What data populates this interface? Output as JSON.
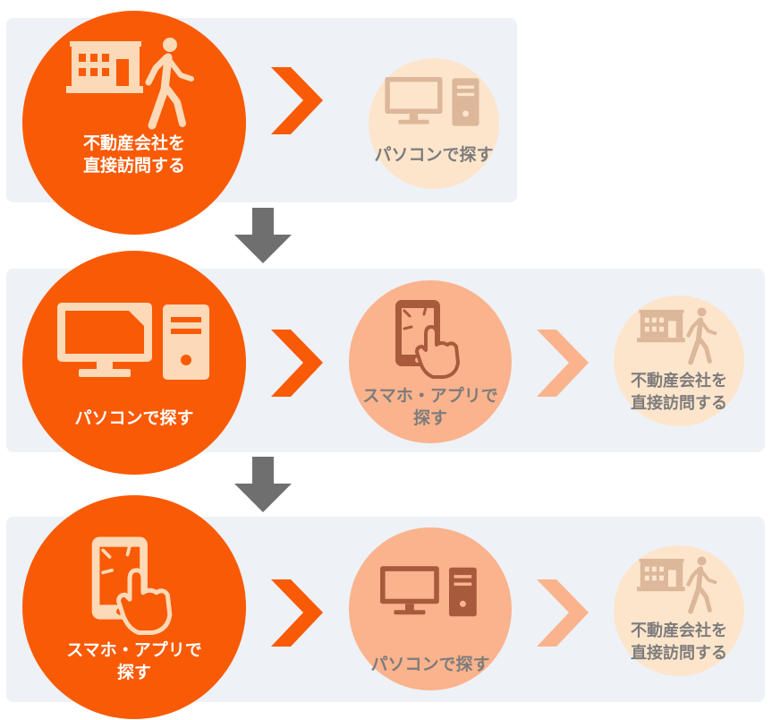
{
  "rows": [
    {
      "primary_label_l1": "不動産会社を",
      "primary_label_l2": "直接訪問する",
      "alt1_label": "パソコンで探す"
    },
    {
      "primary_label": "パソコンで探す",
      "alt1_label_l1": "スマホ・アプリで",
      "alt1_label_l2": "探す",
      "alt2_label_l1": "不動産会社を",
      "alt2_label_l2": "直接訪問する"
    },
    {
      "primary_label_l1": "スマホ・アプリで",
      "primary_label_l2": "探す",
      "alt1_label": "パソコンで探す",
      "alt2_label_l1": "不動産会社を",
      "alt2_label_l2": "直接訪問する"
    }
  ],
  "colors": {
    "primary": "#f95a06",
    "alt_medium": "#fab38c",
    "alt_light": "#fde5cc",
    "chevron_dark": "#f95a06",
    "chevron_light": "#fab38c",
    "down_arrow": "#6f6f6f",
    "panel_bg": "#eef1f6"
  },
  "icons": {
    "visit": "building-walking-person-icon",
    "pc": "desktop-computer-icon",
    "phone": "smartphone-tap-icon"
  }
}
